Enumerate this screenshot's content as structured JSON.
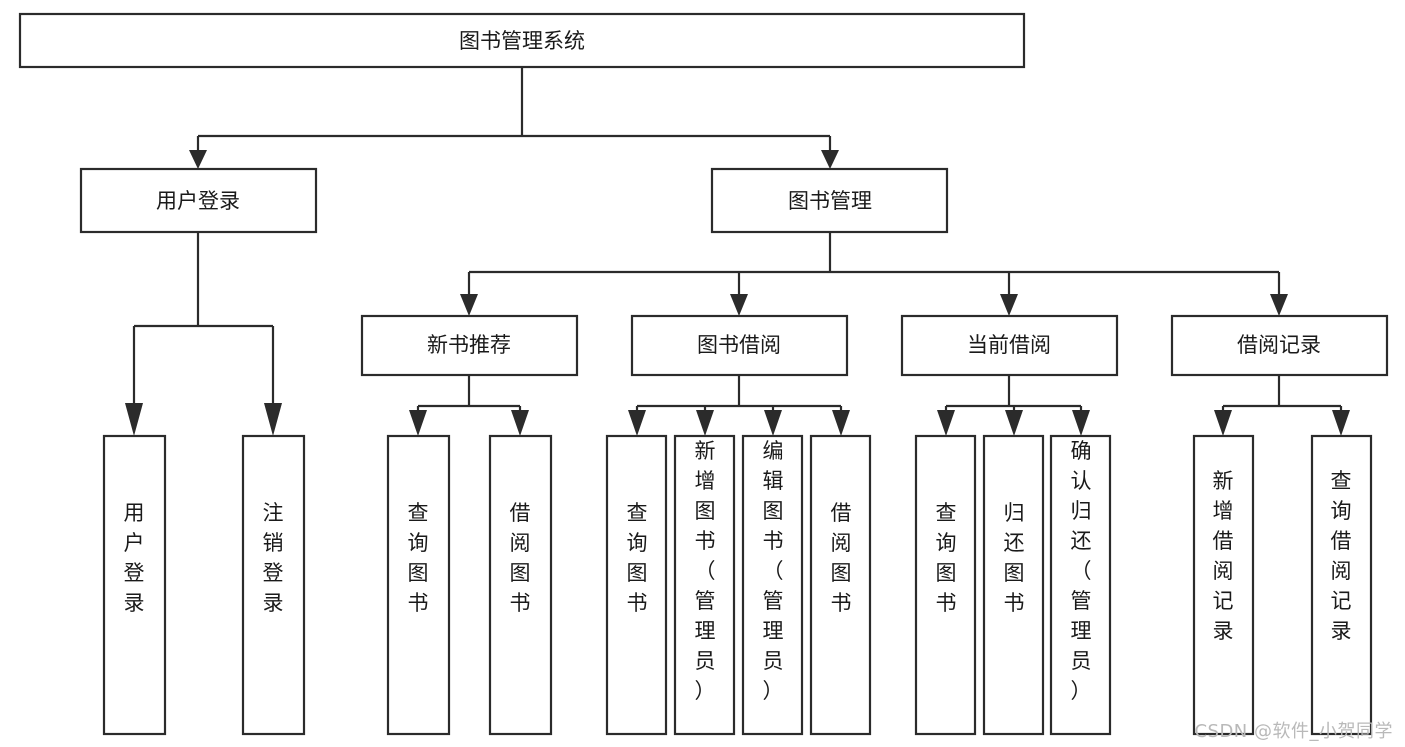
{
  "diagram": {
    "type": "tree-hierarchy",
    "title": "图书管理系统",
    "orientation": "top-down",
    "colors": {
      "box_stroke": "#2b2b2b",
      "box_fill": "#ffffff",
      "text": "#1a1a1a",
      "background": "#ffffff",
      "watermark": "#b9b9b9"
    },
    "root": {
      "id": "root",
      "label": "图书管理系统"
    },
    "level2": [
      {
        "id": "user-login",
        "label": "用户登录"
      },
      {
        "id": "book-manage",
        "label": "图书管理"
      }
    ],
    "level3": [
      {
        "id": "new-book-recommend",
        "label": "新书推荐",
        "parent": "book-manage"
      },
      {
        "id": "book-borrow",
        "label": "图书借阅",
        "parent": "book-manage"
      },
      {
        "id": "current-borrow",
        "label": "当前借阅",
        "parent": "book-manage"
      },
      {
        "id": "borrow-record",
        "label": "借阅记录",
        "parent": "book-manage"
      }
    ],
    "leaves": [
      {
        "id": "leaf-user-login",
        "label": "用户登录",
        "parent": "user-login"
      },
      {
        "id": "leaf-user-logout",
        "label": "注销登录",
        "parent": "user-login"
      },
      {
        "id": "leaf-query-book-1",
        "label": "查询图书",
        "parent": "new-book-recommend"
      },
      {
        "id": "leaf-borrow-book-1",
        "label": "借阅图书",
        "parent": "new-book-recommend"
      },
      {
        "id": "leaf-query-book-2",
        "label": "查询图书",
        "parent": "book-borrow"
      },
      {
        "id": "leaf-add-book",
        "label": "新增图书（管理员）",
        "parent": "book-borrow"
      },
      {
        "id": "leaf-edit-book",
        "label": "编辑图书（管理员）",
        "parent": "book-borrow"
      },
      {
        "id": "leaf-borrow-book-2",
        "label": "借阅图书",
        "parent": "book-borrow"
      },
      {
        "id": "leaf-query-book-3",
        "label": "查询图书",
        "parent": "current-borrow"
      },
      {
        "id": "leaf-return-book",
        "label": "归还图书",
        "parent": "current-borrow"
      },
      {
        "id": "leaf-confirm-return",
        "label": "确认归还（管理员）",
        "parent": "current-borrow"
      },
      {
        "id": "leaf-add-record",
        "label": "新增借阅记录",
        "parent": "borrow-record"
      },
      {
        "id": "leaf-query-record",
        "label": "查询借阅记录",
        "parent": "borrow-record"
      }
    ]
  },
  "watermark": {
    "text": "CSDN @软件_小贺同学"
  }
}
